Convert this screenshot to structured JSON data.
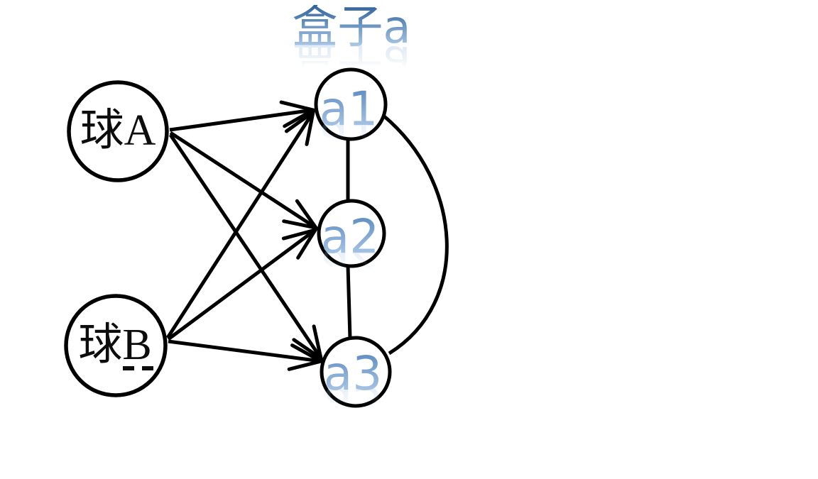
{
  "title": {
    "text": "盒子a"
  },
  "nodes": {
    "ballA": {
      "label": "球A",
      "shape": "circle",
      "text_color": "black"
    },
    "ballB": {
      "label": "球B",
      "shape": "circle",
      "text_color": "black",
      "underline": "dashed"
    },
    "a1": {
      "label": "a1",
      "shape": "circle",
      "text_color": "blue-gradient"
    },
    "a2": {
      "label": "a2",
      "shape": "circle",
      "text_color": "blue-gradient"
    },
    "a3": {
      "label": "a3",
      "shape": "circle",
      "text_color": "blue-gradient"
    }
  },
  "edges": [
    {
      "from": "球A",
      "to": "a1",
      "style": "arrow"
    },
    {
      "from": "球A",
      "to": "a2",
      "style": "arrow"
    },
    {
      "from": "球A",
      "to": "a3",
      "style": "arrow"
    },
    {
      "from": "球B",
      "to": "a1",
      "style": "arrow"
    },
    {
      "from": "球B",
      "to": "a2",
      "style": "arrow"
    },
    {
      "from": "球B",
      "to": "a3",
      "style": "arrow"
    },
    {
      "from": "a1",
      "to": "a2",
      "style": "plain-line"
    },
    {
      "from": "a2",
      "to": "a3",
      "style": "plain-line"
    },
    {
      "from": "a1",
      "to": "a3",
      "style": "curved-line"
    }
  ],
  "colors": {
    "background": "#ffffff",
    "shape_stroke": "#000000",
    "ball_text": "#0d0d0d",
    "title_gradient_top": "#2f629c",
    "title_gradient_bottom": "#b7d2ee",
    "node_text_gradient_top": "#5a8ac0",
    "node_text_gradient_bottom": "#b3cde9"
  }
}
